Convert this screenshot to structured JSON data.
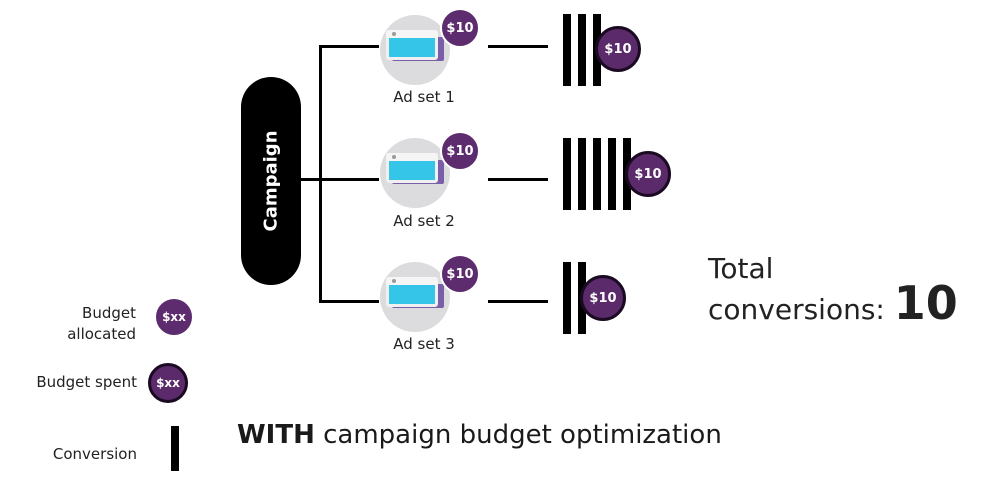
{
  "campaign": {
    "label": "Campaign"
  },
  "ad_sets": [
    {
      "label": "Ad set 1",
      "allocated": "$10",
      "spent": "$10",
      "conversions": 3
    },
    {
      "label": "Ad set 2",
      "allocated": "$10",
      "spent": "$10",
      "conversions": 5
    },
    {
      "label": "Ad set 3",
      "allocated": "$10",
      "spent": "$10",
      "conversions": 2
    }
  ],
  "total": {
    "label_line1": "Total",
    "label_line2": "conversions:",
    "value": "10"
  },
  "legend": {
    "allocated_label_line1": "Budget",
    "allocated_label_line2": "allocated",
    "allocated_badge": "$xx",
    "spent_label": "Budget spent",
    "spent_badge": "$xx",
    "conversion_label": "Conversion"
  },
  "title": {
    "emphasis": "WITH",
    "rest": " campaign budget optimization"
  },
  "colors": {
    "badge_purple": "#5a2a6a",
    "screen_blue": "#35c5e8",
    "screen_purple": "#7b5ea8",
    "circle_grey": "#dcdcde"
  }
}
